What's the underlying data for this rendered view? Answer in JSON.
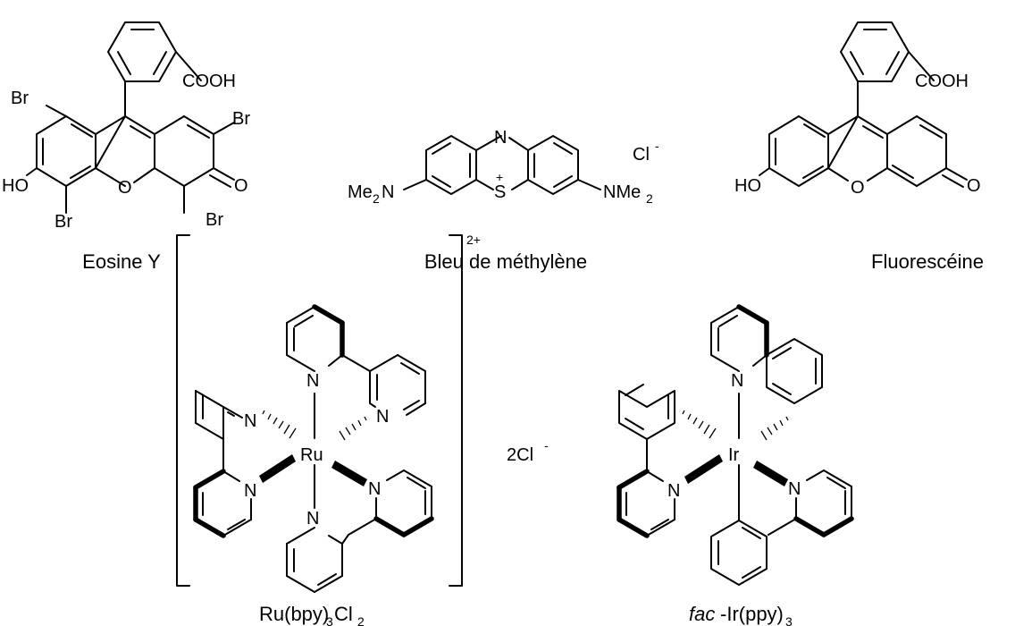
{
  "molecules": {
    "eosine": {
      "caption": "Eosine Y",
      "cooh": "COOH",
      "br1": "Br",
      "br2": "Br",
      "br3": "Br",
      "br4": "Br",
      "ho": "HO",
      "o_ring": "O",
      "o_keto": "O"
    },
    "methylene": {
      "caption": "Bleu de méthylène",
      "n_ring": "N",
      "s": "S",
      "s_charge": "+",
      "left_me": "Me",
      "left_n": "N",
      "right_n": "NMe",
      "sub2": "2",
      "cl": "Cl",
      "cl_charge": "-"
    },
    "fluorescein": {
      "caption": "Fluorescéine",
      "cooh": "COOH",
      "ho": "HO",
      "o_ring": "O",
      "o_keto": "O"
    },
    "ru": {
      "caption_main": "Ru(bpy)",
      "caption_sub3": "3",
      "caption_cl": "Cl",
      "caption_sub2": "2",
      "metal": "Ru",
      "charge": "2+",
      "counterion": "2Cl",
      "counterion_charge": "-",
      "n_labels": [
        "N",
        "N",
        "N",
        "N",
        "N",
        "N"
      ]
    },
    "ir": {
      "caption_prefix": "fac",
      "caption_main": "-Ir(ppy)",
      "caption_sub3": "3",
      "metal": "Ir",
      "n_labels": [
        "N",
        "N",
        "N"
      ]
    }
  }
}
